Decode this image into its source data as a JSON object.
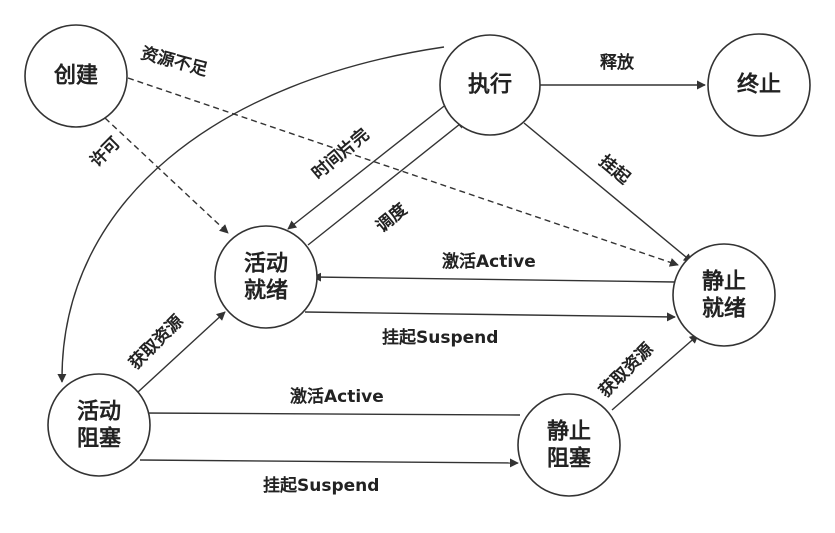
{
  "nodes": {
    "create": {
      "lines": [
        "创建"
      ]
    },
    "execute": {
      "lines": [
        "执行"
      ]
    },
    "terminate": {
      "lines": [
        "终止"
      ]
    },
    "active_ready": {
      "lines": [
        "活动",
        "就绪"
      ]
    },
    "static_ready": {
      "lines": [
        "静止",
        "就绪"
      ]
    },
    "active_blocked": {
      "lines": [
        "活动",
        "阻塞"
      ]
    },
    "static_blocked": {
      "lines": [
        "静止",
        "阻塞"
      ]
    }
  },
  "edges": {
    "resource_shortage": "资源不足",
    "permit": "许可",
    "release": "释放",
    "time_slice_done": "时间片完",
    "dispatch": "调度",
    "suspend_exec": "挂起",
    "activate_ready": "激活Active",
    "suspend_ready": "挂起Suspend",
    "acquire_resource_active": "获取资源",
    "activate_blocked": "激活Active",
    "suspend_blocked": "挂起Suspend",
    "acquire_resource_static": "获取资源"
  },
  "colors": {
    "stroke": "#333333",
    "text": "#222222",
    "background": "#ffffff"
  }
}
